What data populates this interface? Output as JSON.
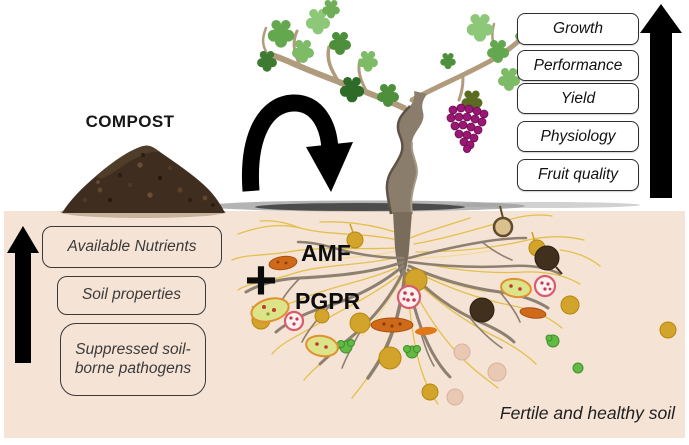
{
  "compost": {
    "label": "COMPOST"
  },
  "soil_inputs": {
    "boxes": [
      {
        "label": "Available Nutrients"
      },
      {
        "label": "Soil properties"
      },
      {
        "label": "Suppressed soil-borne pathogens"
      }
    ]
  },
  "plant_benefits": {
    "boxes": [
      {
        "label": "Growth"
      },
      {
        "label": "Performance"
      },
      {
        "label": "Yield"
      },
      {
        "label": "Physiology"
      },
      {
        "label": "Fruit quality"
      }
    ]
  },
  "root_zone": {
    "plus_sign": "+",
    "amf_label": "AMF",
    "pgpr_label": "PGPR"
  },
  "caption": {
    "text": "Fertile and healthy soil"
  },
  "icons": {
    "left_arrow": "up-arrow-icon",
    "right_arrow": "up-arrow-icon",
    "curved_arrow": "curved-down-arrow-icon",
    "compost_pile": "compost-pile-icon",
    "grapevine": "grapevine-icon",
    "roots": "root-system-icon"
  },
  "colors": {
    "soil_background": "#f5e3d5",
    "arrow": "#000000",
    "box_border": "#2e2e2e",
    "hyphae": "#e3bf45",
    "root": "#8d8070",
    "grapes": "#9a1874",
    "compost": "#3f2e1f"
  }
}
